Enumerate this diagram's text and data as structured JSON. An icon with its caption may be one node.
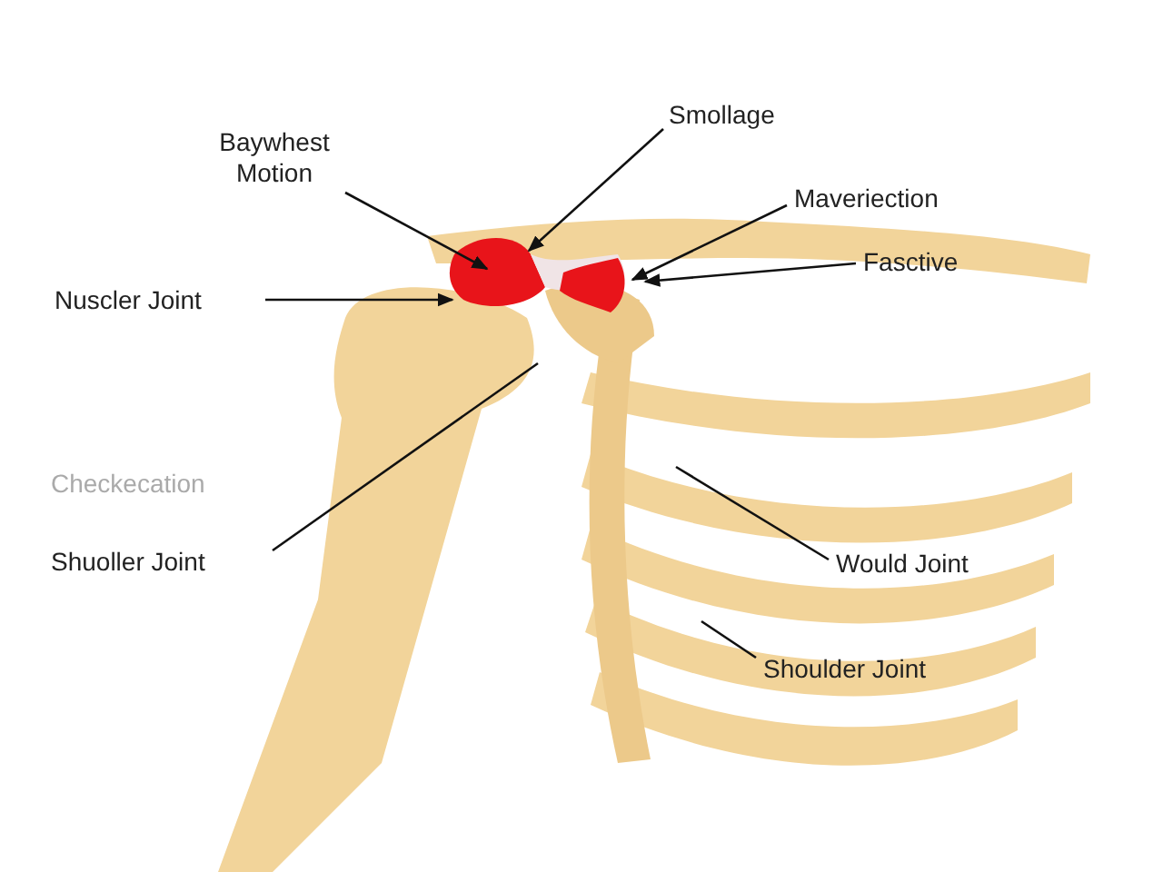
{
  "diagram": {
    "nodes": [
      {
        "text": [
          "Baywhest Motion"
        ]
      },
      {
        "text": [
          "Smollage"
        ]
      },
      {
        "text": [
          "Maveriection"
        ]
      },
      {
        "text": [
          "Fasctive"
        ]
      },
      {
        "text": [
          "Nuscler Joint"
        ]
      },
      {
        "text": [
          "Shuoller Joint"
        ]
      },
      {
        "text": [
          "Would Joint"
        ]
      },
      {
        "text": [
          "Shoulder Joint"
        ]
      }
    ],
    "edges": [
      {
        "from": 0,
        "to": null,
        "arrow": "to"
      },
      {
        "from": 1,
        "to": null,
        "arrow": "to"
      },
      {
        "from": 2,
        "to": null,
        "arrow": "to"
      },
      {
        "from": 3,
        "to": null,
        "arrow": "to"
      },
      {
        "from": 4,
        "to": null,
        "arrow": "to"
      },
      {
        "from": 5,
        "to": null,
        "arrow": "none"
      },
      {
        "from": 6,
        "to": null,
        "arrow": "none"
      },
      {
        "from": 7,
        "to": null,
        "arrow": "none"
      }
    ],
    "labels": [
      "Checkecation"
    ]
  }
}
